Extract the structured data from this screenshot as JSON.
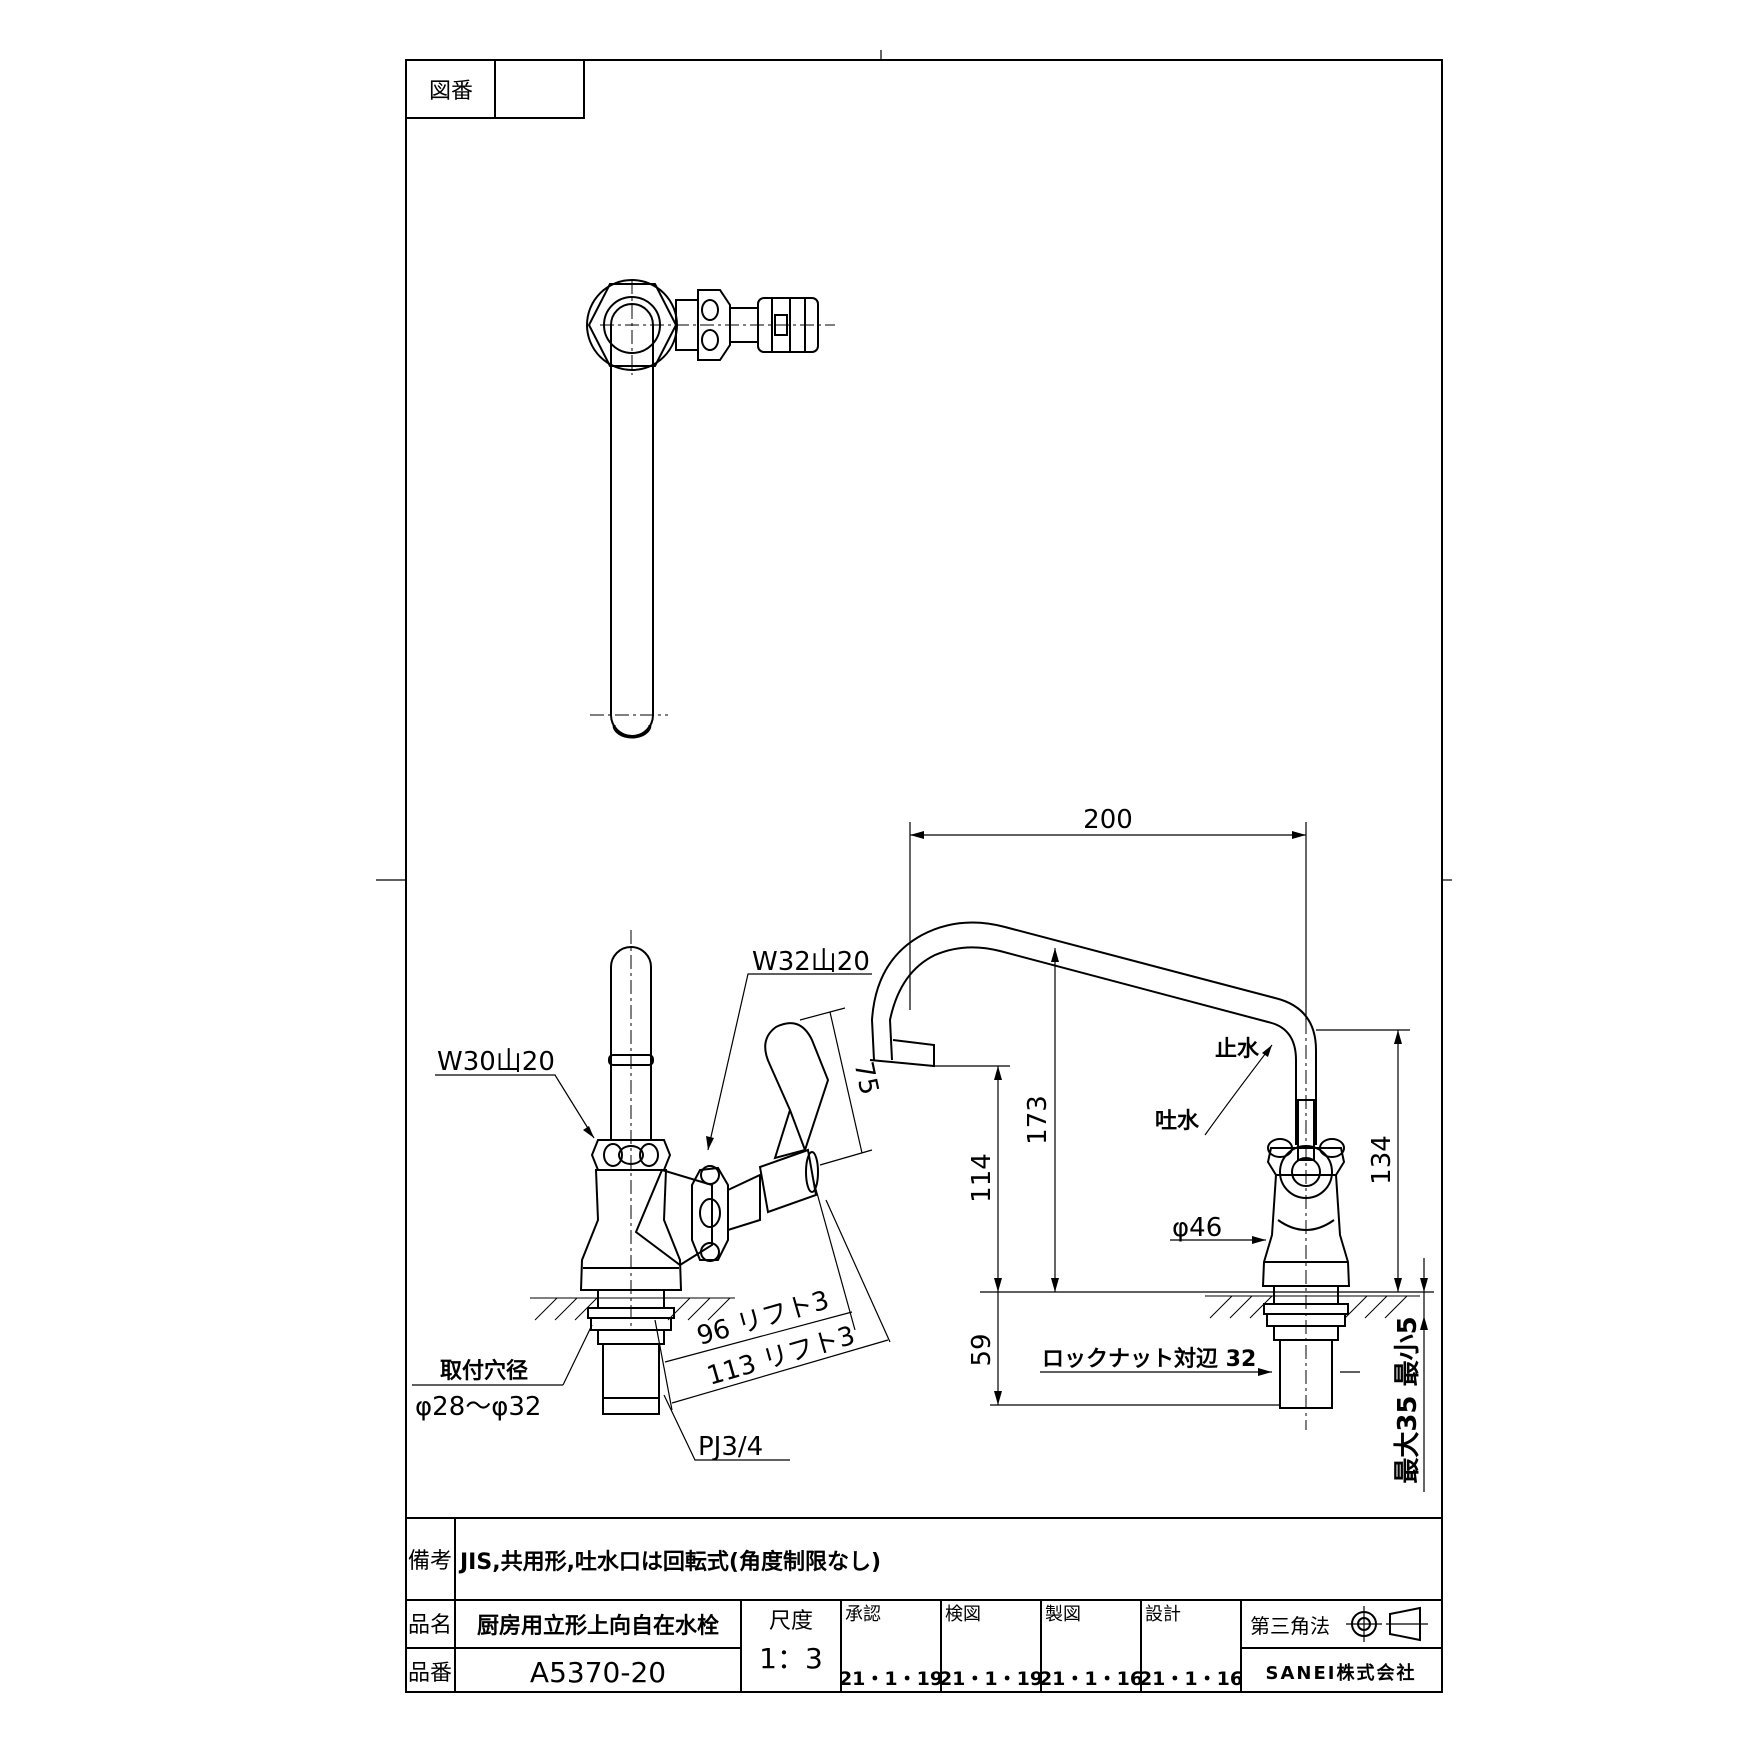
{
  "drawing_number_label": "図番",
  "drawing_number_value": "",
  "dimensions": {
    "d200": "200",
    "d173": "173",
    "d114": "114",
    "d134": "134",
    "d59": "59",
    "d75": "75",
    "d46": "φ46",
    "d96": "96 リフト3",
    "d113": "113 リフト3",
    "locknut": "ロックナット対辺 32",
    "thickness": "最大35 最小5"
  },
  "annotations": {
    "w32": "W32山20",
    "w30": "W30山20",
    "hole_title": "取付穴径",
    "hole_value": "φ28～φ32",
    "pj": "PJ3/4",
    "stop": "止水",
    "spout": "吐水"
  },
  "title_block": {
    "remarks_label": "備考",
    "remarks_text": "JIS,共用形,吐水口は回転式(角度制限なし)",
    "name_label": "品名",
    "name_value": "厨房用立形上向自在水栓",
    "number_label": "品番",
    "number_value": "A5370-20",
    "scale_label": "尺度",
    "scale_value": "1：3",
    "approval_label": "承認",
    "approval_date": "21・1・19",
    "check_label": "検図",
    "check_date": "21・1・19",
    "drawn_label": "製図",
    "drawn_date": "21・1・16",
    "design_label": "設計",
    "design_date": "21・1・16",
    "projection_label": "第三角法",
    "company": "SANEI株式会社"
  }
}
